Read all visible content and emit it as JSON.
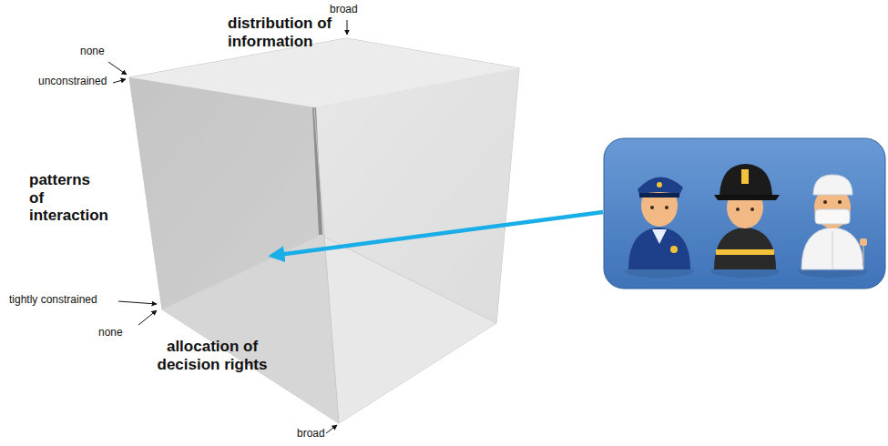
{
  "diagram": {
    "labels": [
      "broad",
      "distribution of information",
      "none",
      "unconstrained",
      "patterns of interaction",
      "tightly constrained",
      "none",
      "allocation of decision rights",
      "broad"
    ]
  }
}
